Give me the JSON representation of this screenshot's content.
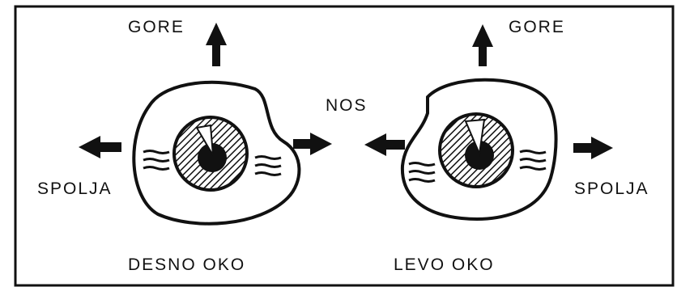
{
  "labels": {
    "up_left": "GORE",
    "up_right": "GORE",
    "nose": "NOS",
    "out_left": "SPOLJA",
    "out_right": "SPOLJA",
    "right_eye": "DESNO OKO",
    "left_eye": "LEVO OKO"
  },
  "colors": {
    "ink": "#111111",
    "paper": "#ffffff"
  },
  "icons": [
    "arrow-up-icon",
    "arrow-left-icon",
    "arrow-right-icon",
    "eye-icon"
  ]
}
